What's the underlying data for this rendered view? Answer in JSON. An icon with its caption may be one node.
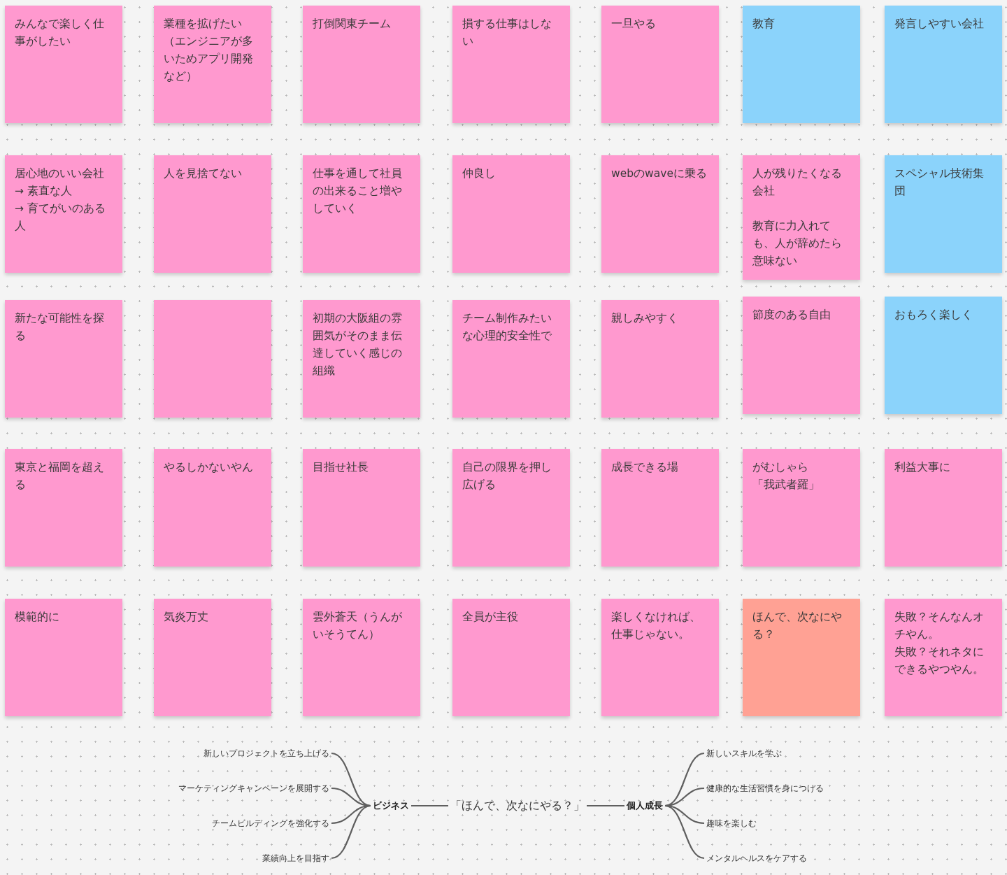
{
  "diagram": {
    "nodes": [
      {
        "text": [
          "みんなで楽しく仕事がしたい"
        ]
      },
      {
        "text": [
          "業種を拡げたい（エンジニアが多いためアプリ開発など）"
        ]
      },
      {
        "text": [
          "打倒関東チーム"
        ]
      },
      {
        "text": [
          "損する仕事はしない"
        ]
      },
      {
        "text": [
          "一旦やる"
        ]
      },
      {
        "text": [
          "教育"
        ]
      },
      {
        "text": [
          "発言しやすい会社"
        ]
      },
      {
        "text": [
          "居心地のいい会社",
          "→ 素直な人",
          "→ 育てがいのある人"
        ]
      },
      {
        "text": [
          "人を見捨てない"
        ]
      },
      {
        "text": [
          "仕事を通して社員の出来ること増やしていく"
        ]
      },
      {
        "text": [
          "仲良し"
        ]
      },
      {
        "text": [
          "webのwaveに乗る"
        ]
      },
      {
        "text": [
          "人が残りたくなる会社",
          "教育に力入れても、人が辞めたら意味ない"
        ]
      },
      {
        "text": [
          "スペシャル技術集団"
        ]
      },
      {
        "text": [
          "新たな可能性を探る"
        ]
      },
      {
        "text": [],
        "shape": "box"
      },
      {
        "text": [
          "初期の大阪組の雰囲気がそのまま伝達していく感じの組織"
        ]
      },
      {
        "text": [
          "チーム制作みたいな心理的安全性で"
        ]
      },
      {
        "text": [
          "親しみやすく"
        ]
      },
      {
        "text": [
          "節度のある自由"
        ]
      },
      {
        "text": [
          "おもろく楽しく"
        ]
      },
      {
        "text": [
          "東京と福岡を超える"
        ]
      },
      {
        "text": [
          "やるしかないやん"
        ]
      },
      {
        "text": [
          "目指せ社長"
        ]
      },
      {
        "text": [
          "自己の限界を押し広げる"
        ]
      },
      {
        "text": [
          "成長できる場"
        ]
      },
      {
        "text": [
          "がむしゃら",
          "「我武者羅」"
        ]
      },
      {
        "text": [
          "利益大事に"
        ]
      },
      {
        "text": [
          "模範的に"
        ]
      },
      {
        "text": [
          "気炎万丈"
        ]
      },
      {
        "text": [
          "雲外蒼天（うんがいそうてん）"
        ]
      },
      {
        "text": [
          "全員が主役"
        ]
      },
      {
        "text": [
          "楽しくなければ、仕事じゃない。"
        ]
      },
      {
        "text": [
          "ほんで、次なにやる？"
        ]
      },
      {
        "text": [
          "失敗？そんなんオチやん。",
          "失敗？それネタにできるやつやん。"
        ]
      },
      {
        "text": [
          "「ほんで、次なにやる？」"
        ]
      },
      {
        "text": [
          "ビジネス"
        ]
      },
      {
        "text": [
          "個人成長"
        ]
      },
      {
        "text": [
          "新しいプロジェクトを立ち上げる"
        ]
      },
      {
        "text": [
          "マーケティングキャンペーンを展開する"
        ]
      },
      {
        "text": [
          "チームビルディングを強化する"
        ]
      },
      {
        "text": [
          "業績向上を目指す"
        ]
      },
      {
        "text": [
          "新しいスキルを学ぶ"
        ]
      },
      {
        "text": [
          "健康的な生活習慣を身につける"
        ]
      },
      {
        "text": [
          "趣味を楽しむ"
        ]
      },
      {
        "text": [
          "メンタルヘルスをケアする"
        ]
      }
    ],
    "edges": [
      {
        "from": 35,
        "to": 36,
        "arrow": "none"
      },
      {
        "from": 35,
        "to": 37,
        "arrow": "none"
      },
      {
        "from": 36,
        "to": 38,
        "arrow": "none"
      },
      {
        "from": 36,
        "to": 39,
        "arrow": "none"
      },
      {
        "from": 36,
        "to": 40,
        "arrow": "none"
      },
      {
        "from": 36,
        "to": 41,
        "arrow": "none"
      },
      {
        "from": 37,
        "to": 42,
        "arrow": "none"
      },
      {
        "from": 37,
        "to": 43,
        "arrow": "none"
      },
      {
        "from": 37,
        "to": 44,
        "arrow": "none"
      },
      {
        "from": 37,
        "to": 45,
        "arrow": "none"
      }
    ]
  }
}
